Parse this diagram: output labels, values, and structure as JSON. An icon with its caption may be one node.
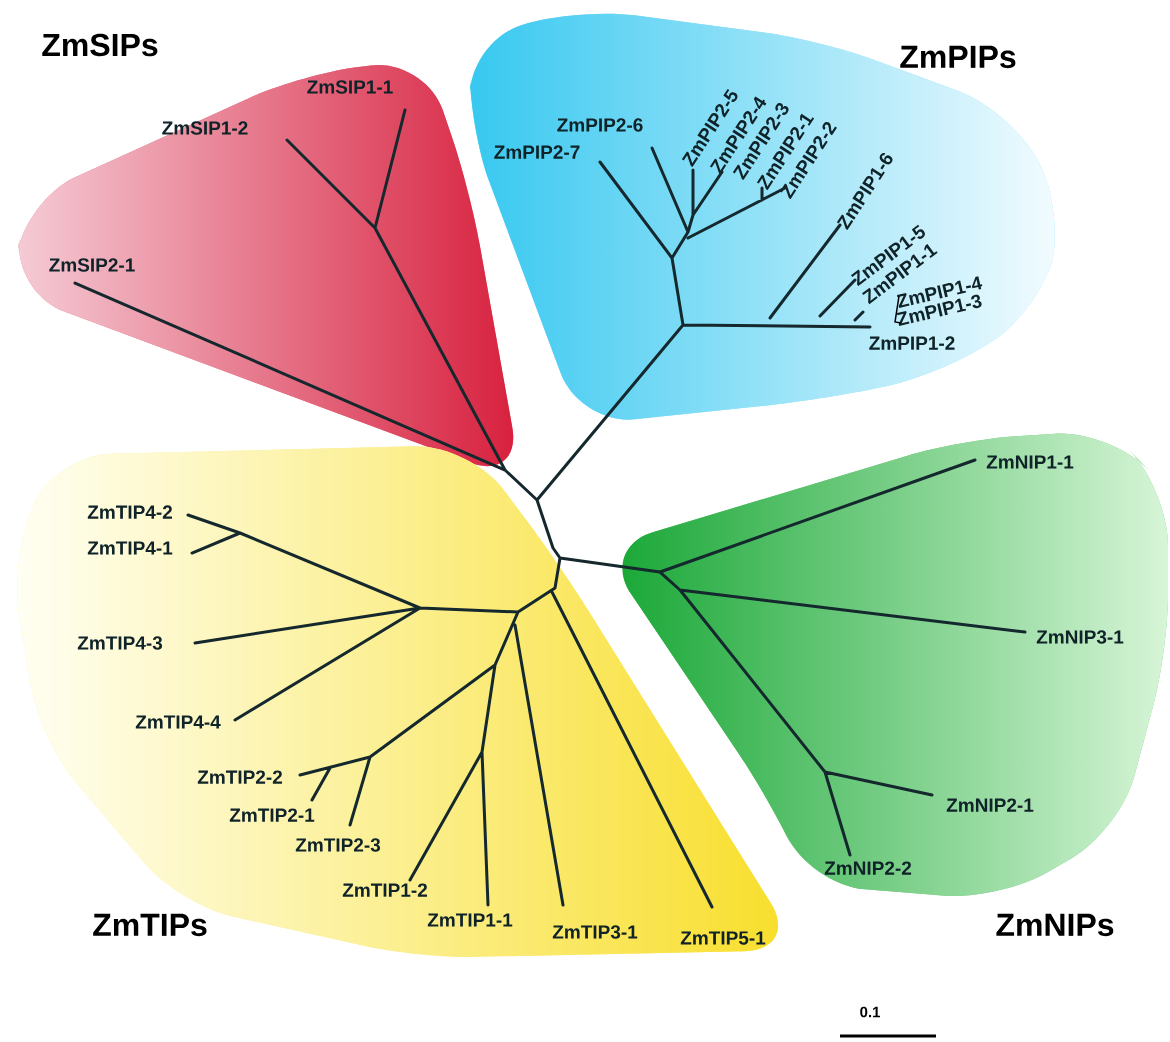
{
  "diagram": {
    "nodes": [
      {
        "text": [
          "ZmSIPs"
        ]
      },
      {
        "text": [
          "ZmSIP1-1"
        ],
        "in": 0
      },
      {
        "text": [
          "ZmSIP1-2"
        ],
        "in": 0
      },
      {
        "text": [
          "ZmSIP2-1"
        ],
        "in": 0
      },
      {
        "text": [
          "ZmPIPs"
        ]
      },
      {
        "text": [
          "ZmPIP2-6"
        ],
        "in": 4
      },
      {
        "text": [
          "ZmPIP2-7"
        ],
        "in": 4
      },
      {
        "text": [
          "ZmPIP2-5"
        ],
        "in": 4
      },
      {
        "text": [
          "ZmPIP2-4"
        ],
        "in": 4
      },
      {
        "text": [
          "ZmPIP2-3"
        ],
        "in": 4
      },
      {
        "text": [
          "ZmPIP2-1"
        ],
        "in": 4
      },
      {
        "text": [
          "ZmPIP2-2"
        ],
        "in": 4
      },
      {
        "text": [
          "ZmPIP1-6"
        ],
        "in": 4
      },
      {
        "text": [
          "ZmPIP1-5"
        ],
        "in": 4
      },
      {
        "text": [
          "ZmPIP1-1"
        ],
        "in": 4
      },
      {
        "text": [
          "ZmPIP1-4"
        ],
        "in": 4
      },
      {
        "text": [
          "ZmPIP1-3"
        ],
        "in": 4
      },
      {
        "text": [
          "ZmPIP1-2"
        ],
        "in": 4
      },
      {
        "text": [
          "ZmTIPs"
        ]
      },
      {
        "text": [
          "ZmTIP4-2"
        ],
        "in": 18
      },
      {
        "text": [
          "ZmTIP4-1"
        ],
        "in": 18
      },
      {
        "text": [
          "ZmTIP4-3"
        ],
        "in": 18
      },
      {
        "text": [
          "ZmTIP4-4"
        ],
        "in": 18
      },
      {
        "text": [
          "ZmTIP2-2"
        ],
        "in": 18
      },
      {
        "text": [
          "ZmTIP2-1"
        ],
        "in": 18
      },
      {
        "text": [
          "ZmTIP2-3"
        ],
        "in": 18
      },
      {
        "text": [
          "ZmTIP1-2"
        ],
        "in": 18
      },
      {
        "text": [
          "ZmTIP1-1"
        ],
        "in": 18
      },
      {
        "text": [
          "ZmTIP3-1"
        ],
        "in": 18
      },
      {
        "text": [
          "ZmTIP5-1"
        ],
        "in": 18
      },
      {
        "text": [
          "ZmNIPs"
        ]
      },
      {
        "text": [
          "ZmNIP1-1"
        ],
        "in": 30
      },
      {
        "text": [
          "ZmNIP3-1"
        ],
        "in": 30
      },
      {
        "text": [
          "ZmNIP2-1"
        ],
        "in": 30
      },
      {
        "text": [
          "ZmNIP2-2"
        ],
        "in": 30
      }
    ],
    "labels": [
      "0.1"
    ]
  }
}
